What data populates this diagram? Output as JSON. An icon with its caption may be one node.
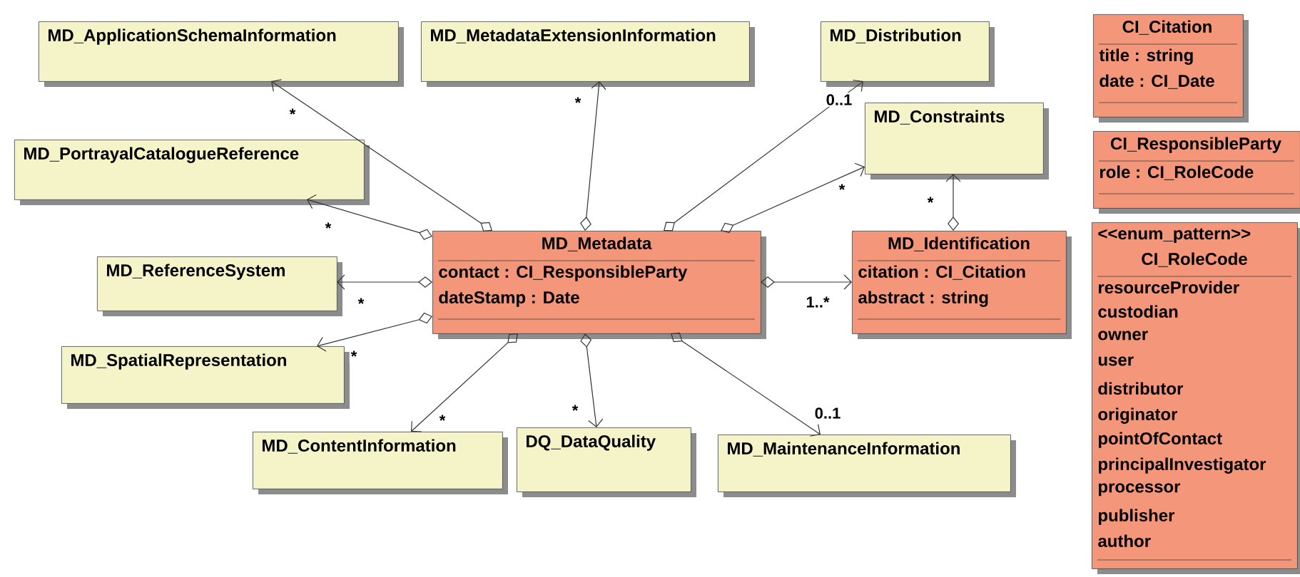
{
  "diagram": {
    "nodes": [
      {
        "text": [
          "MD_ApplicationSchemaInformation"
        ]
      },
      {
        "text": [
          "MD_MetadataExtensionInformation"
        ]
      },
      {
        "text": [
          "MD_Distribution"
        ]
      },
      {
        "text": [
          "CI_Citation",
          "title : string",
          "date : CI_Date"
        ]
      },
      {
        "text": [
          "MD_Constraints"
        ]
      },
      {
        "text": [
          "MD_PortrayalCatalogueReference"
        ]
      },
      {
        "text": [
          "CI_ResponsibleParty",
          "role : CI_RoleCode"
        ]
      },
      {
        "text": [
          "MD_Metadata",
          "contact : CI_ResponsibleParty",
          "dateStamp : Date"
        ]
      },
      {
        "text": [
          "MD_ReferenceSystem"
        ]
      },
      {
        "text": [
          "MD_Identification",
          "citation : CI_Citation",
          "abstract : string"
        ]
      },
      {
        "text": [
          "<<enum_pattern>>",
          "CI_RoleCode",
          "resourceProvider",
          "custodian",
          "owner",
          "user",
          "distributor",
          "originator",
          "pointOfContact",
          "principalInvestigator",
          "processor",
          "publisher",
          "author"
        ]
      },
      {
        "text": [
          "MD_SpatialRepresentation"
        ]
      },
      {
        "text": [
          "MD_ContentInformation"
        ]
      },
      {
        "text": [
          "DQ_DataQuality"
        ]
      },
      {
        "text": [
          "MD_MaintenanceInformation"
        ]
      }
    ],
    "edges": [
      {
        "from": 7,
        "to": 0,
        "arrow": "to",
        "label": "*"
      },
      {
        "from": 7,
        "to": 1,
        "arrow": "to",
        "label": "*"
      },
      {
        "from": 7,
        "to": 2,
        "arrow": "to",
        "label": "0..1"
      },
      {
        "from": 7,
        "to": 4,
        "arrow": "to",
        "label": "*"
      },
      {
        "from": 7,
        "to": 5,
        "arrow": "to",
        "label": "*"
      },
      {
        "from": 7,
        "to": 8,
        "arrow": "to",
        "label": "*"
      },
      {
        "from": 7,
        "to": 9,
        "arrow": "to",
        "label": "1..*"
      },
      {
        "from": 9,
        "to": 4,
        "arrow": "to",
        "label": "*"
      },
      {
        "from": 7,
        "to": 11,
        "arrow": "to",
        "label": "*"
      },
      {
        "from": 7,
        "to": 12,
        "arrow": "to",
        "label": "*"
      },
      {
        "from": 7,
        "to": 13,
        "arrow": "to",
        "label": "*"
      },
      {
        "from": 7,
        "to": 14,
        "arrow": "to",
        "label": "0..1"
      }
    ]
  }
}
